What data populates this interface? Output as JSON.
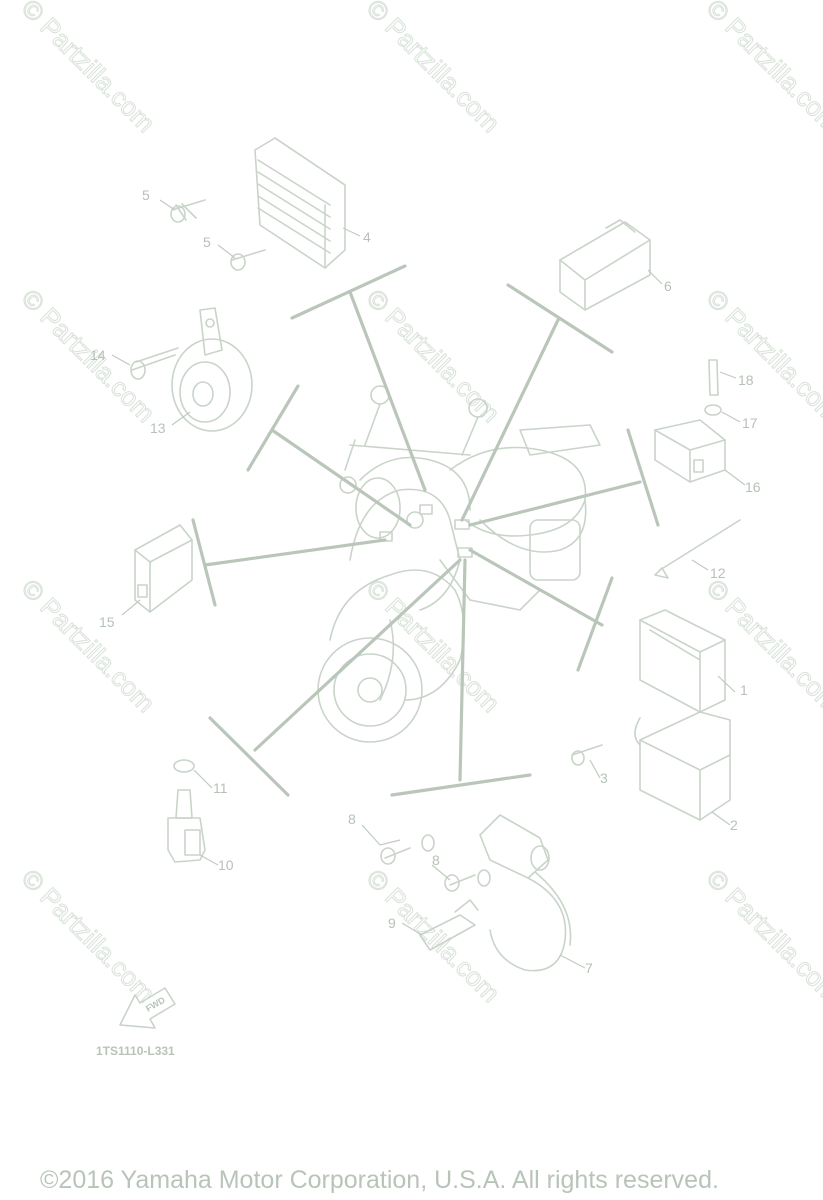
{
  "watermark": {
    "text": "© Partzilla.com"
  },
  "diagram_code": "1TS1110-L331",
  "copyright": "©2016 Yamaha Motor Corporation, U.S.A. All rights reserved.",
  "fwd_label": "FWD",
  "part_numbers": {
    "p1": "1",
    "p2": "2",
    "p3": "3",
    "p4": "4",
    "p5a": "5",
    "p5b": "5",
    "p6": "6",
    "p7": "7",
    "p8a": "8",
    "p8b": "8",
    "p9": "9",
    "p10": "10",
    "p11": "11",
    "p12": "12",
    "p13": "13",
    "p14": "14",
    "p15": "15",
    "p16": "16",
    "p17": "17",
    "p18": "18"
  },
  "colors": {
    "line": "#c9d4c9",
    "text": "#b5c2b5"
  }
}
